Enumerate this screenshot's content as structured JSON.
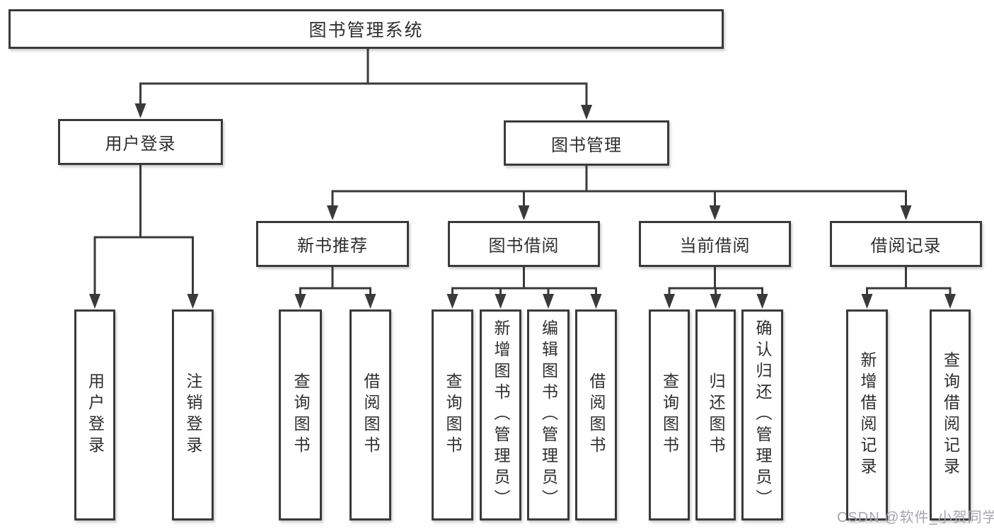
{
  "diagram": {
    "title": "图书管理系统",
    "tree": {
      "label": "图书管理系统",
      "children": [
        {
          "label": "用户登录",
          "children": [
            {
              "label": "用户登录"
            },
            {
              "label": "注销登录"
            }
          ]
        },
        {
          "label": "图书管理",
          "children": [
            {
              "label": "新书推荐",
              "children": [
                {
                  "label": "查询图书"
                },
                {
                  "label": "借阅图书"
                }
              ]
            },
            {
              "label": "图书借阅",
              "children": [
                {
                  "label": "查询图书"
                },
                {
                  "label": "新增图书（管理员）"
                },
                {
                  "label": "编辑图书（管理员）"
                },
                {
                  "label": "借阅图书"
                }
              ]
            },
            {
              "label": "当前借阅",
              "children": [
                {
                  "label": "查询图书"
                },
                {
                  "label": "归还图书"
                },
                {
                  "label": "确认归还（管理员）"
                }
              ]
            },
            {
              "label": "借阅记录",
              "children": [
                {
                  "label": "新增借阅记录"
                },
                {
                  "label": "查询借阅记录"
                }
              ]
            }
          ]
        }
      ]
    },
    "colors": {
      "line": "#3a3a3a",
      "text": "#2e2e2e",
      "background": "#ffffff",
      "watermark": "#a5a5b0"
    },
    "watermark": {
      "text": "CSDN @软件_小贺同学"
    }
  }
}
